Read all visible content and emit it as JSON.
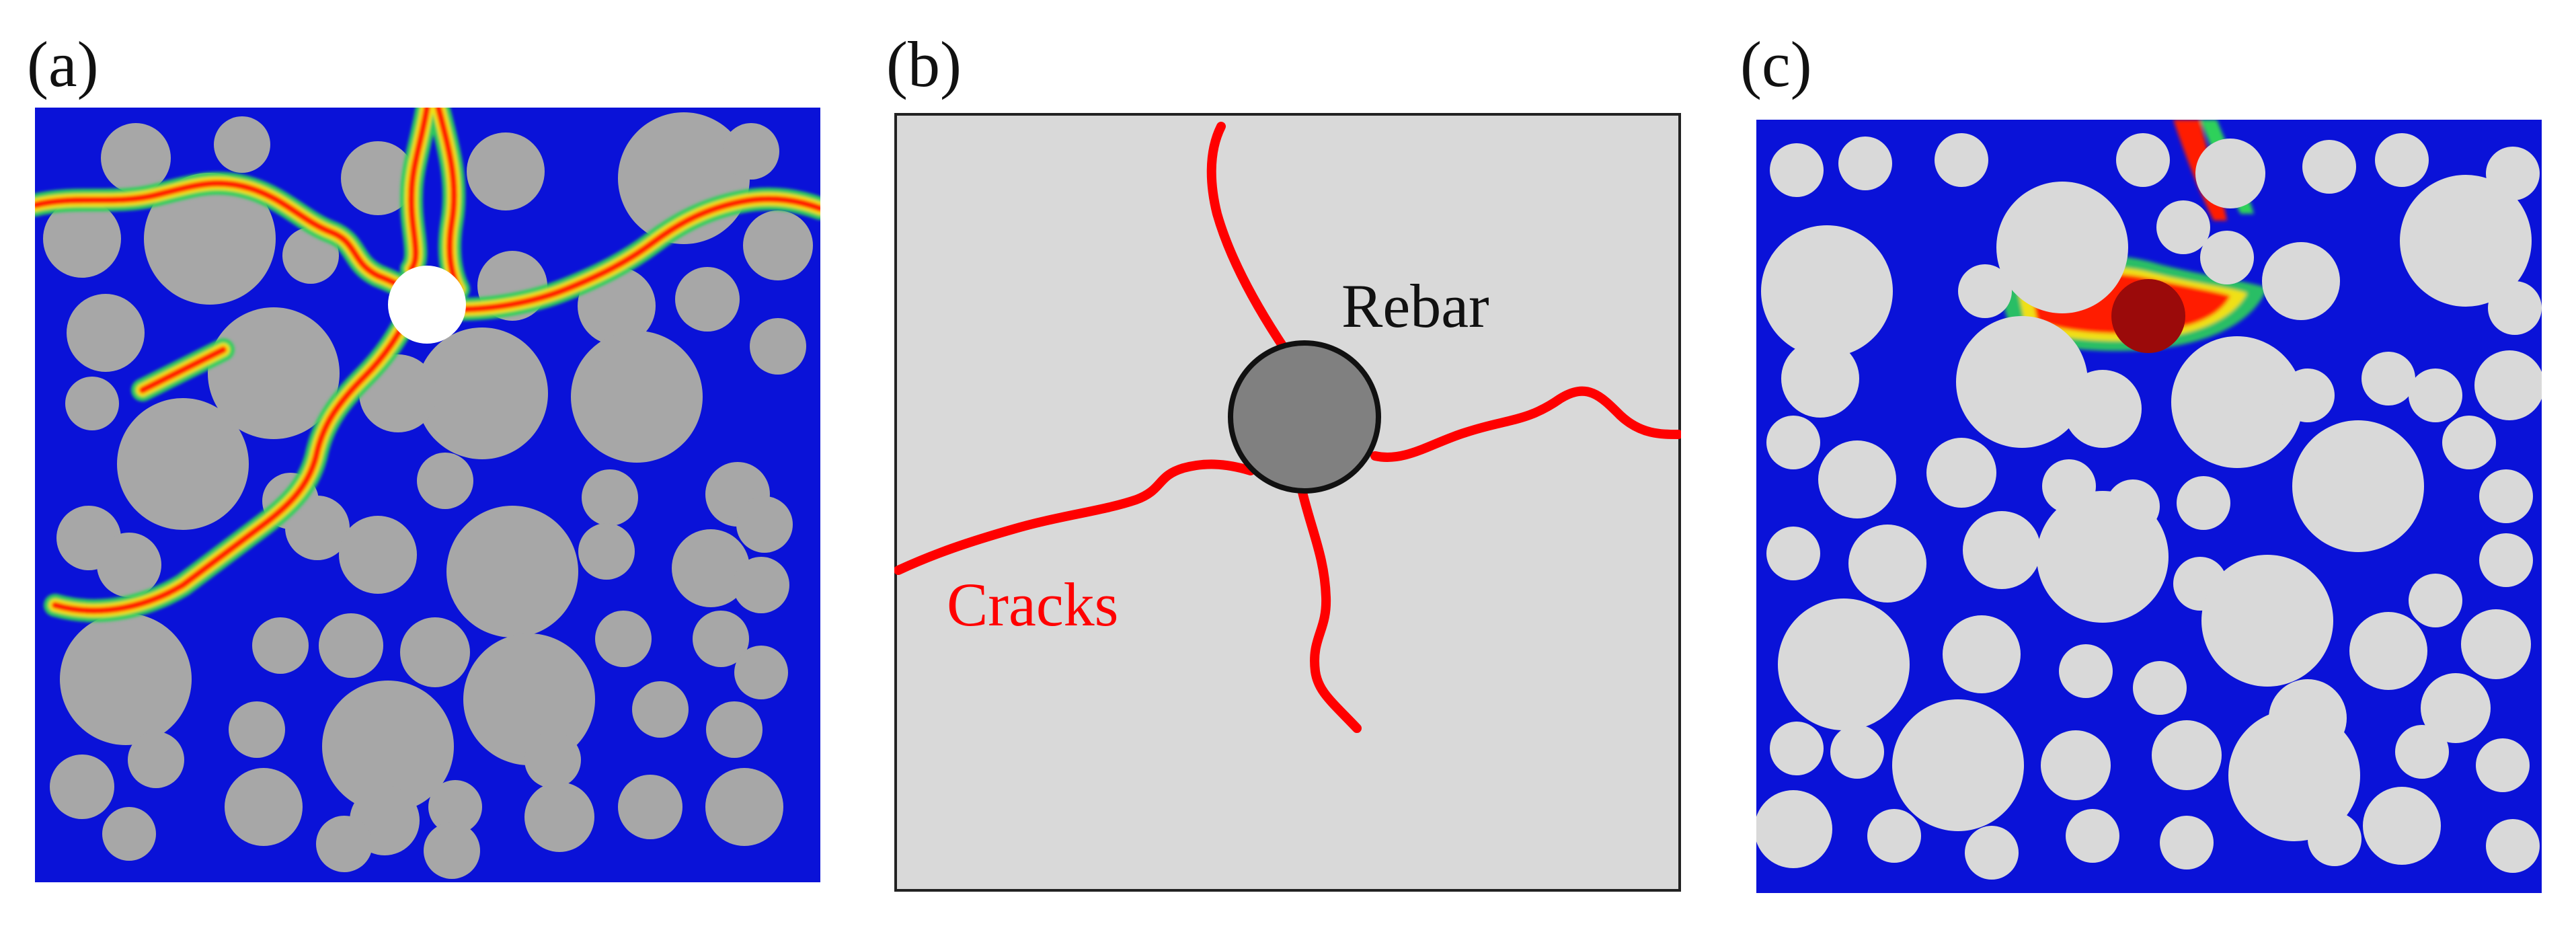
{
  "panels": [
    {
      "label": "(a)"
    },
    {
      "label": "(b)",
      "rebar_label": "Rebar",
      "cracks_label": "Cracks"
    },
    {
      "label": "(c)"
    }
  ],
  "colors": {
    "matrix_blue": "#0a12d8",
    "aggregate_gray": "#a7a7a7",
    "aggregate_light": "#d9d9d9",
    "panel_b_background": "#d9d9d9",
    "rebar_gray": "#808080",
    "crack_red": "#ff0000",
    "rebar_dark_red": "#9b0a0a"
  }
}
